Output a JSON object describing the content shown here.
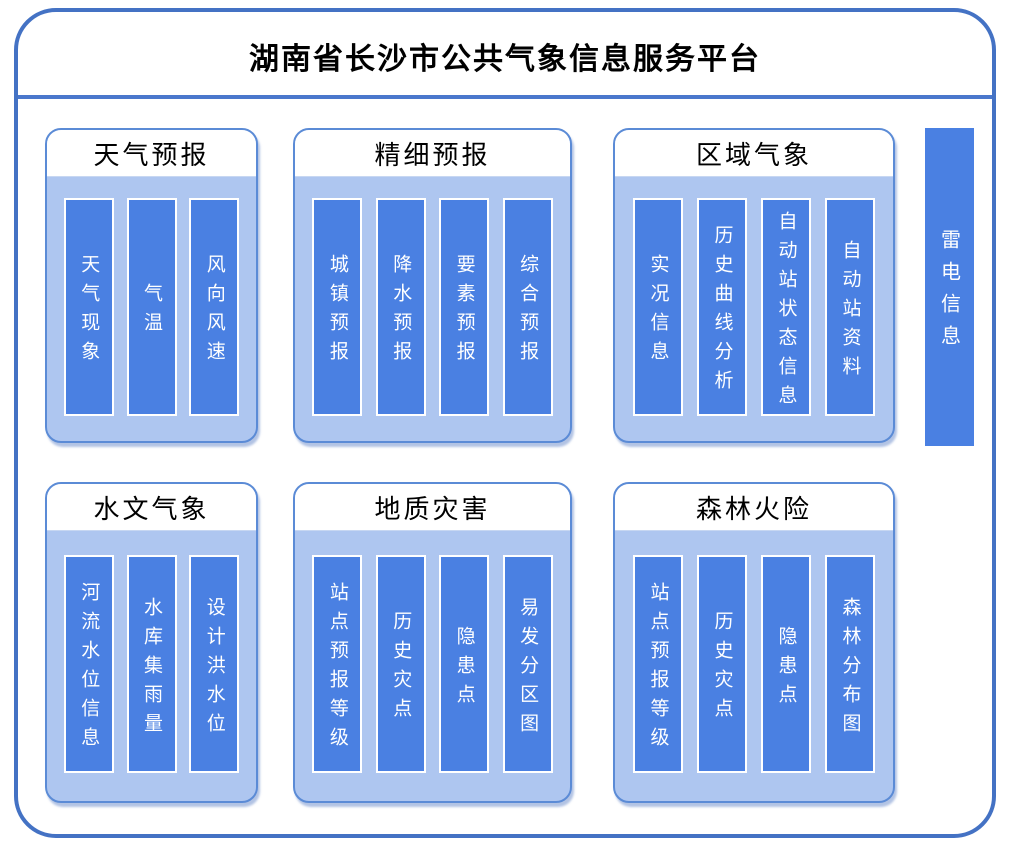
{
  "page": {
    "title": "湖南省长沙市公共气象信息服务平台"
  },
  "colors": {
    "outer_border": "#4472c4",
    "header_divider": "#4a77cc",
    "group_border": "#5b8bd6",
    "group_body_fill": "#aec6f0",
    "pillar_fill": "#4a80e2",
    "pillar_border": "#ffffff",
    "pillar_text": "#ffffff",
    "title_text": "#000000"
  },
  "groups": [
    {
      "title": "天气预报",
      "items": [
        "天气现象",
        "气温",
        "风向风速"
      ]
    },
    {
      "title": "精细预报",
      "items": [
        "城镇预报",
        "降水预报",
        "要素预报",
        "综合预报"
      ]
    },
    {
      "title": "区域气象",
      "items": [
        "实况信息",
        "历史曲线分析",
        "自动站状态信息",
        "自动站资料"
      ]
    },
    {
      "title": "水文气象",
      "items": [
        "河流水位信息",
        "水库集雨量",
        "设计洪水位"
      ]
    },
    {
      "title": "地质灾害",
      "items": [
        "站点预报等级",
        "历史灾点",
        "隐患点",
        "易发分区图"
      ]
    },
    {
      "title": "森林火险",
      "items": [
        "站点预报等级",
        "历史灾点",
        "隐患点",
        "森林分布图"
      ]
    }
  ],
  "side_bar": {
    "label": "雷电信息"
  }
}
